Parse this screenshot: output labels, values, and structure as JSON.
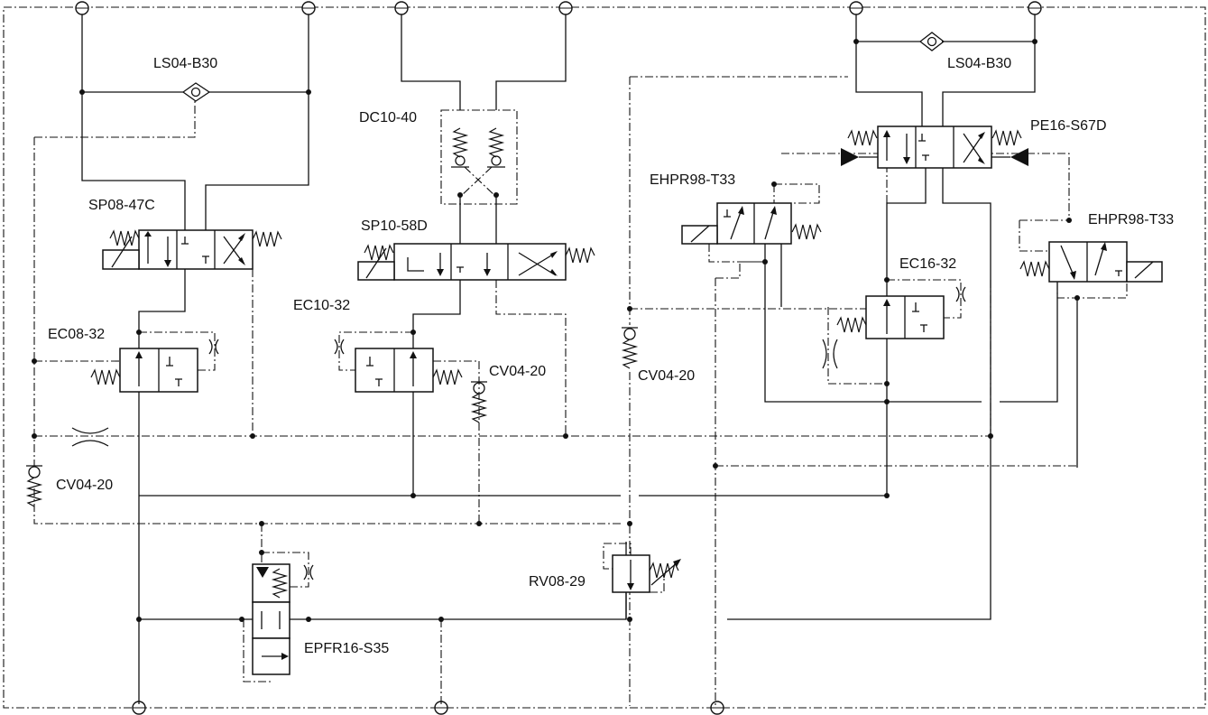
{
  "diagram": {
    "labels": {
      "ls04_left": "LS04-B30",
      "ls04_right": "LS04-B30",
      "dc10": "DC10-40",
      "pe16": "PE16-S67D",
      "ehpr_a": "EHPR98-T33",
      "ehpr_b": "EHPR98-T33",
      "sp08": "SP08-47C",
      "sp10": "SP10-58D",
      "ec16": "EC16-32",
      "ec10": "EC10-32",
      "ec08": "EC08-32",
      "cv04_a": "CV04-20",
      "cv04_b": "CV04-20",
      "cv04_c": "CV04-20",
      "rv08": "RV08-29",
      "epfr16": "EPFR16-S35"
    }
  }
}
